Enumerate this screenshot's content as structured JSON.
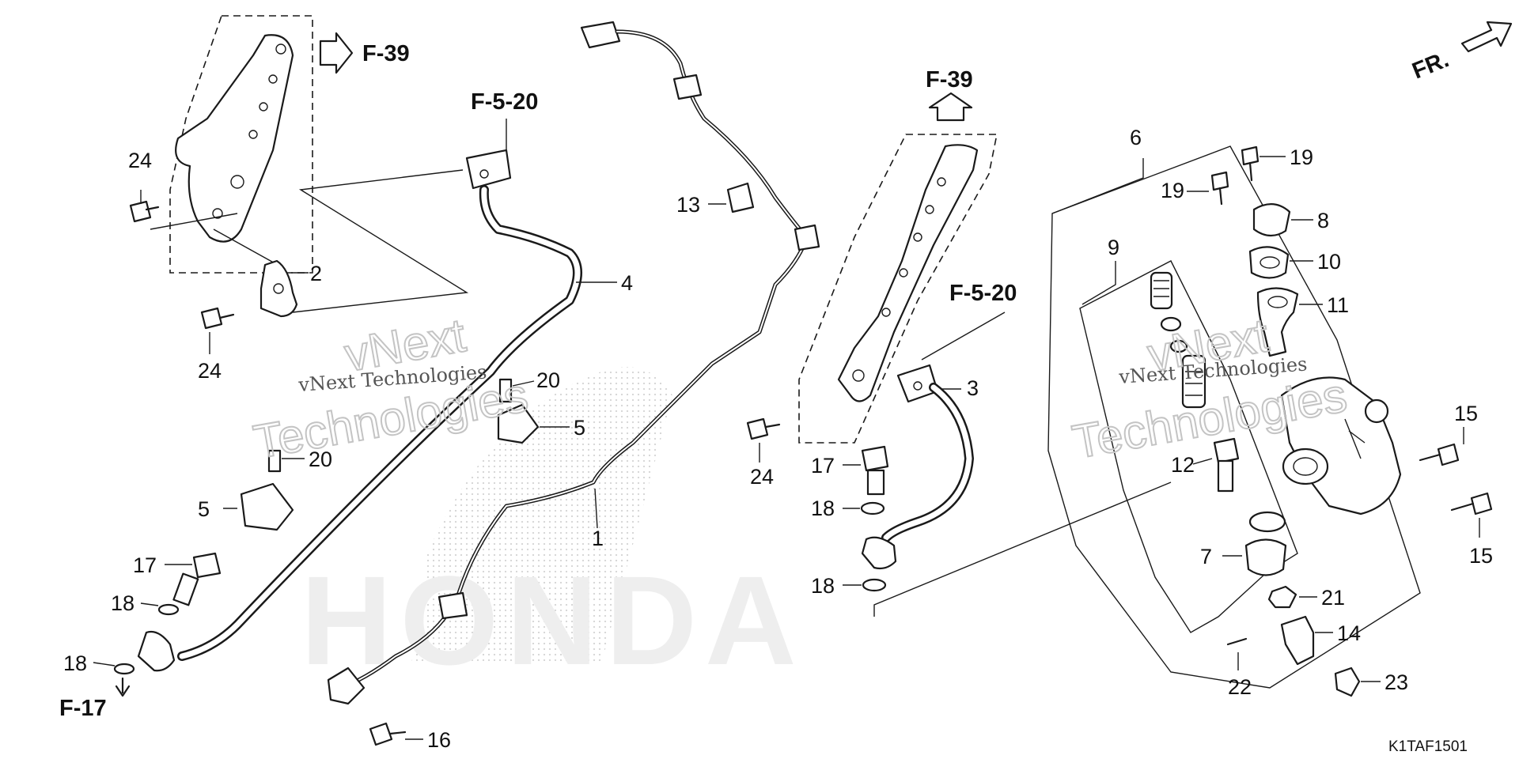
{
  "diagram": {
    "drawing_code": "K1TAF1501",
    "references": {
      "f39_top": "F-39",
      "f39_mid": "F-39",
      "f520_left": "F-5-20",
      "f520_right": "F-5-20",
      "f17": "F-17"
    },
    "direction_label": "FR.",
    "part_numbers": {
      "p1": "1",
      "p2": "2",
      "p3": "3",
      "p4": "4",
      "p5a": "5",
      "p5b": "5",
      "p6": "6",
      "p7": "7",
      "p8": "8",
      "p9": "9",
      "p10": "10",
      "p11": "11",
      "p12": "12",
      "p13": "13",
      "p14": "14",
      "p15a": "15",
      "p15b": "15",
      "p16": "16",
      "p17a": "17",
      "p17b": "17",
      "p18a": "18",
      "p18b": "18",
      "p18c": "18",
      "p18d": "18",
      "p19a": "19",
      "p19b": "19",
      "p20a": "20",
      "p20b": "20",
      "p21": "21",
      "p22": "22",
      "p23": "23",
      "p24a": "24",
      "p24b": "24",
      "p24c": "24"
    },
    "watermark": {
      "line_small": "vNext Technologies",
      "word_top": "vNext",
      "word_bottom": "Technologies"
    },
    "background_logo": "HONDA"
  }
}
